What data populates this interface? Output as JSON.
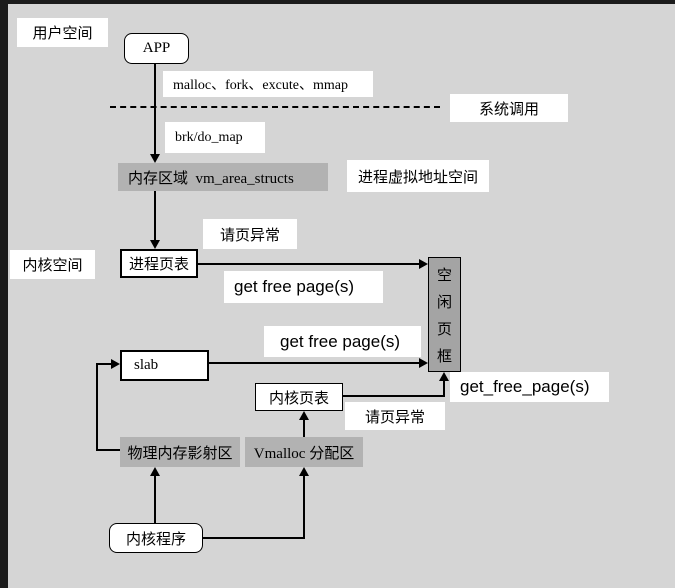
{
  "diagram": {
    "regions": {
      "user_space": "用户空间",
      "kernel_space": "内核空间"
    },
    "annotations": {
      "syscall_apis": "malloc、fork、excute、mmap",
      "system_call": "系统调用",
      "brk_do_map": "brk/do_map",
      "process_vas": "进程虚拟地址空间",
      "page_fault_upper": "请页异常",
      "get_free_pages_upper": "get free page(s)",
      "get_free_pages_lower": "get free page(s)",
      "get_free_page_call": "get_free_page(s)",
      "page_fault_lower": "请页异常"
    },
    "nodes": {
      "app": "APP",
      "memory_area": "内存区域  vm_area_structs",
      "process_page_table": "进程页表",
      "free_page_frames": "空闲页框",
      "slab": "slab",
      "kernel_page_table": "内核页表",
      "physical_memory_map_area": "物理内存影射区",
      "vmalloc_area": "Vmalloc 分配区",
      "kernel_program": "内核程序"
    },
    "colors": {
      "background": "#d5d5d5",
      "frame": "#1b1b1b",
      "gray_node": "#b2b2b2",
      "free_frames_gray": "#a4a4a4",
      "label_bg": "#ffffff",
      "line": "#000000"
    }
  }
}
